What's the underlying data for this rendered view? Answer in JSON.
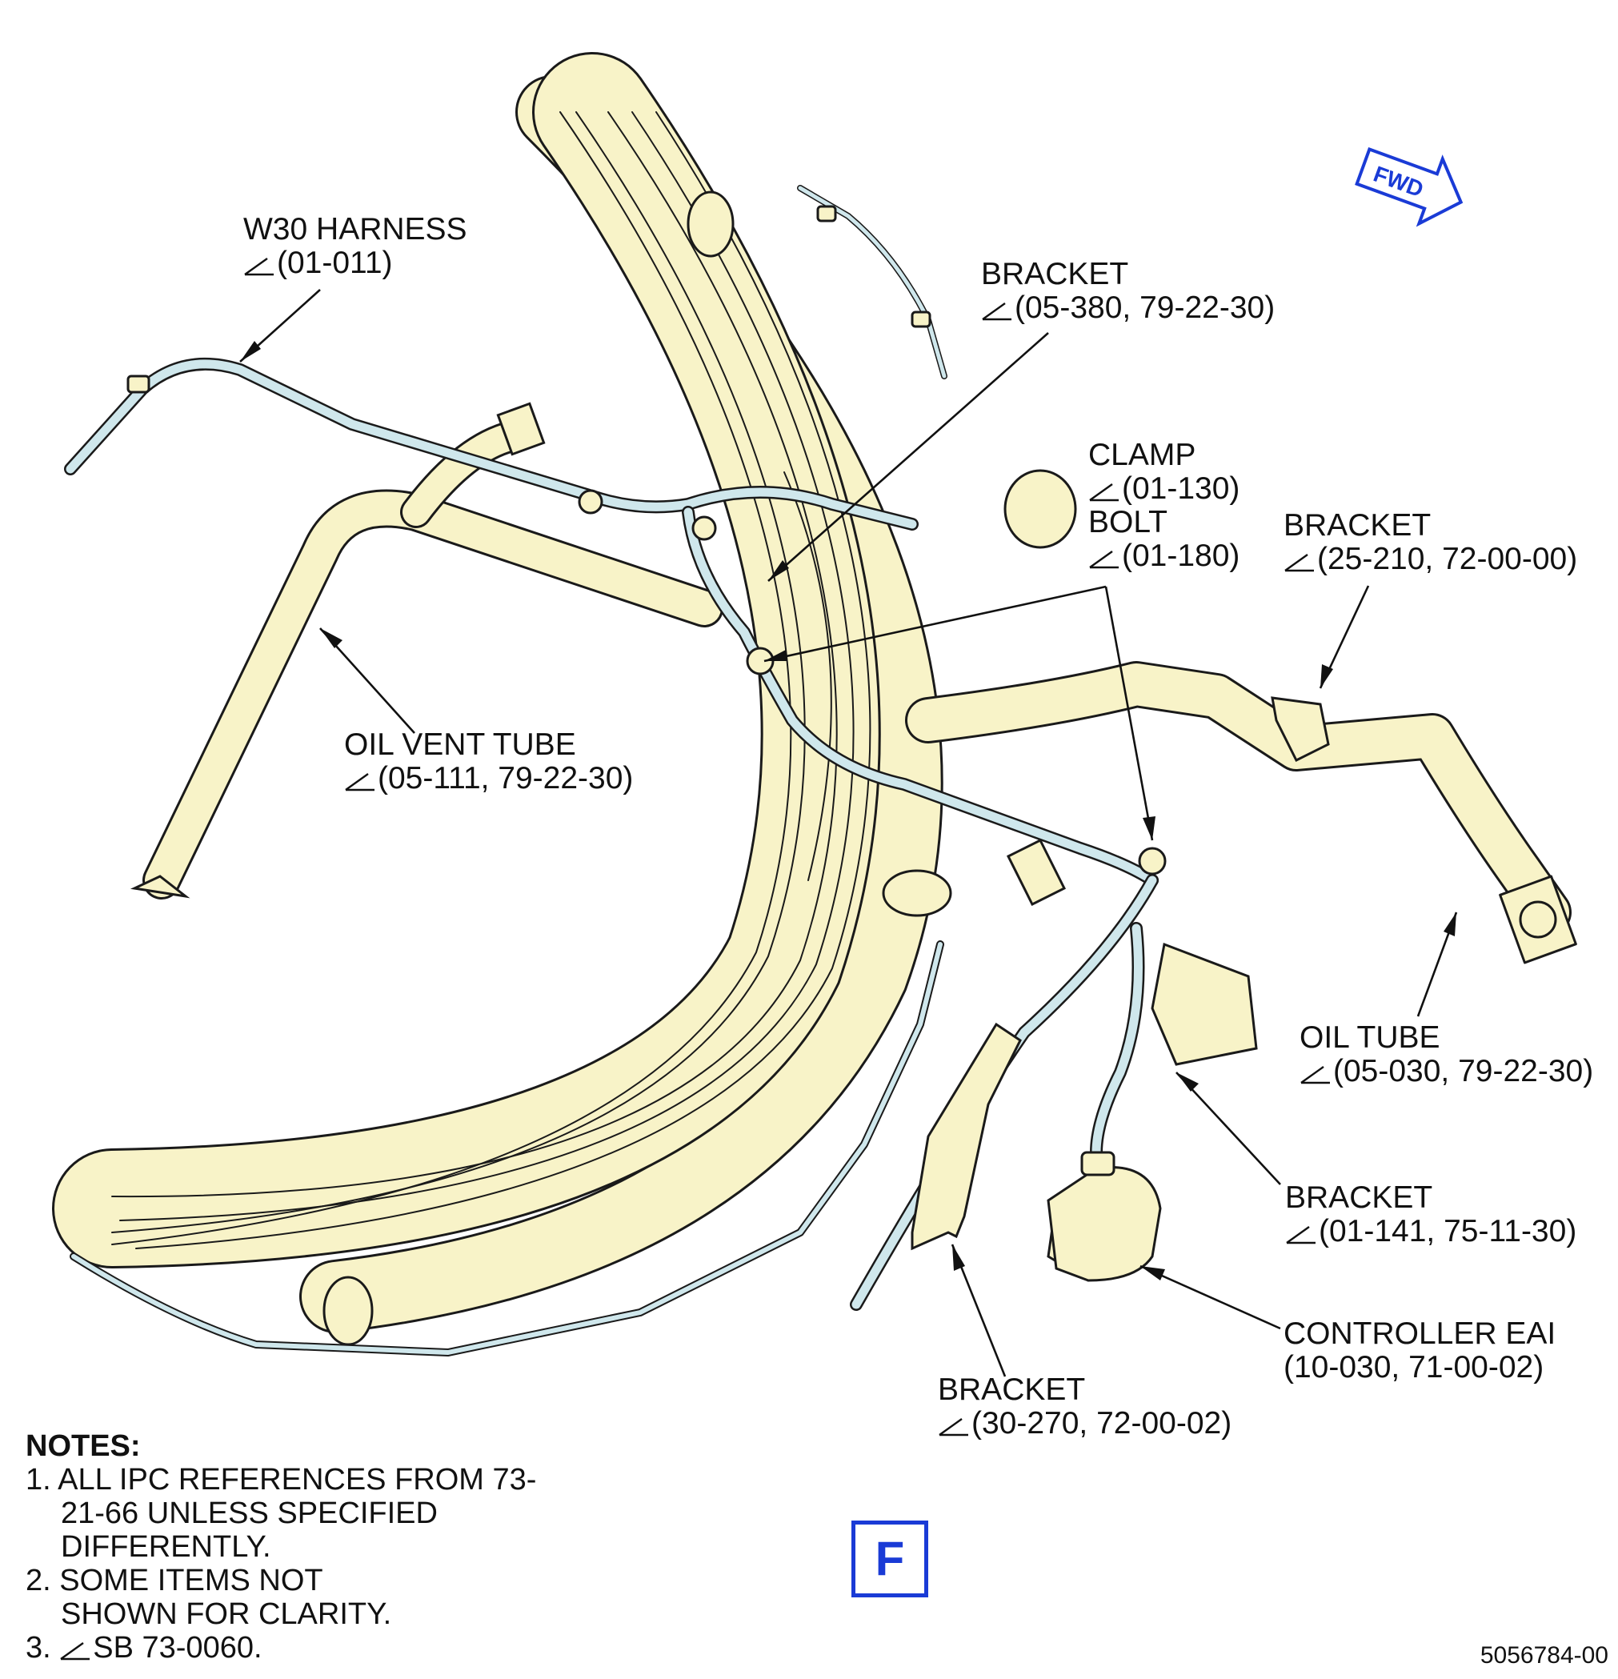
{
  "labels": {
    "w30_harness": {
      "name": "W30 HARNESS",
      "ref": "(01-011)"
    },
    "bracket_05_380": {
      "name": "BRACKET",
      "ref": "(05-380, 79-22-30)"
    },
    "clamp": {
      "name": "CLAMP",
      "ref": "(01-130)"
    },
    "bolt": {
      "name": "BOLT",
      "ref": "(01-180)"
    },
    "bracket_25_210": {
      "name": "BRACKET",
      "ref": "(25-210, 72-00-00)"
    },
    "oil_vent_tube": {
      "name": "OIL VENT TUBE",
      "ref": "(05-111, 79-22-30)"
    },
    "oil_tube": {
      "name": "OIL TUBE",
      "ref": "(05-030, 79-22-30)"
    },
    "bracket_01_141": {
      "name": "BRACKET",
      "ref": "(01-141, 75-11-30)"
    },
    "controller_eai": {
      "name": "CONTROLLER EAI",
      "ref": "(10-030, 71-00-02)"
    },
    "bracket_30_270": {
      "name": "BRACKET",
      "ref": "(30-270, 72-00-02)"
    }
  },
  "notes": {
    "heading": "NOTES:",
    "items": [
      "1. ALL IPC REFERENCES FROM 73-21-66 UNLESS SPECIFIED DIFFERENTLY.",
      "2. SOME ITEMS NOT SHOWN FOR CLARITY.",
      "3.",
      "SB 73-0060."
    ]
  },
  "fwd_arrow_label": "FWD",
  "view_letter": "F",
  "drawing_number": "5056784-00",
  "colors": {
    "part_fill": "#f8f3c8",
    "harness_fill": "#cfe7ec",
    "outline": "#1a1a1a",
    "accent_blue": "#1a3bd6"
  }
}
